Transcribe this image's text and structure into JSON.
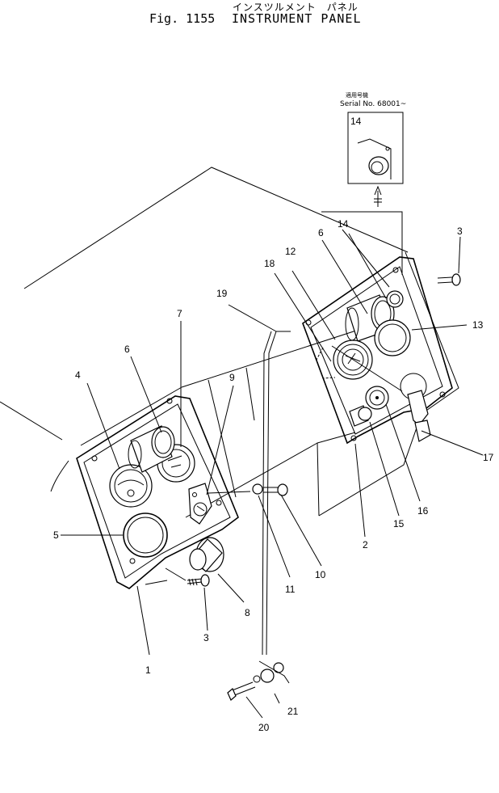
{
  "header": {
    "title_jp": "インスツルメント　パネル",
    "fig_label": "Fig. 1155",
    "fig_title": "INSTRUMENT PANEL"
  },
  "inset": {
    "serial_jp": "適用号機",
    "serial_no": "Serial No. 68001~"
  },
  "callouts": {
    "c1": "1",
    "c2": "2",
    "c3a": "3",
    "c3b": "3",
    "c4": "4",
    "c5": "5",
    "c6a": "6",
    "c6b": "6",
    "c7": "7",
    "c8": "8",
    "c9": "9",
    "c10": "10",
    "c11": "11",
    "c12": "12",
    "c13": "13",
    "c14a": "14",
    "c14b": "14",
    "c15": "15",
    "c16": "16",
    "c17": "17",
    "c18": "18",
    "c19": "19",
    "c20": "20",
    "c21": "21"
  }
}
